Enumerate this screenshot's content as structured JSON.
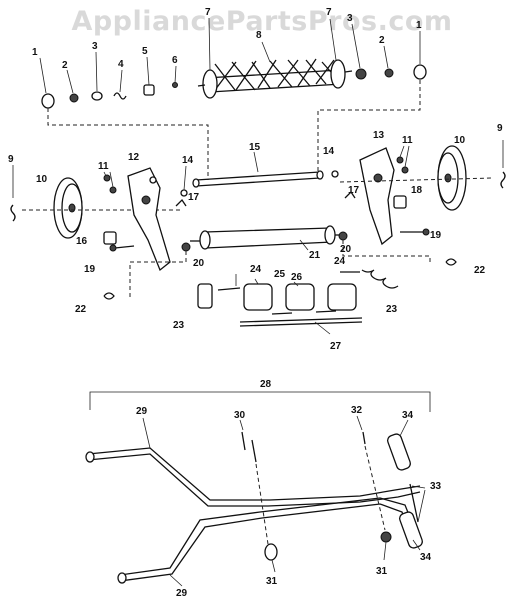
{
  "watermark": "AppliancePartsPros.com",
  "diagram": {
    "callouts": {
      "c1a": "1",
      "c2a": "2",
      "c3a": "3",
      "c4": "4",
      "c5": "5",
      "c6": "6",
      "c7a": "7",
      "c8": "8",
      "c7b": "7",
      "c3b": "3",
      "c2b": "2",
      "c1b": "1",
      "c9a": "9",
      "c10a": "10",
      "c11a": "11",
      "c12": "12",
      "c14a": "14",
      "c15": "15",
      "c16": "16",
      "c17a": "17",
      "c19a": "19",
      "c20a": "20",
      "c21": "21",
      "c22a": "22",
      "c23a": "23",
      "c24a": "24",
      "c25": "25",
      "c26": "26",
      "c27": "27",
      "c13": "13",
      "c11b": "11",
      "c10b": "10",
      "c9b": "9",
      "c14b": "14",
      "c18": "18",
      "c17b": "17",
      "c20b": "20",
      "c19b": "19",
      "c22b": "22",
      "c24b": "24",
      "c23b": "23",
      "c28": "28",
      "c29a": "29",
      "c30": "30",
      "c32": "32",
      "c34a": "34",
      "c33": "33",
      "c31a": "31",
      "c31b": "31",
      "c34b": "34",
      "c29b": "29"
    }
  }
}
